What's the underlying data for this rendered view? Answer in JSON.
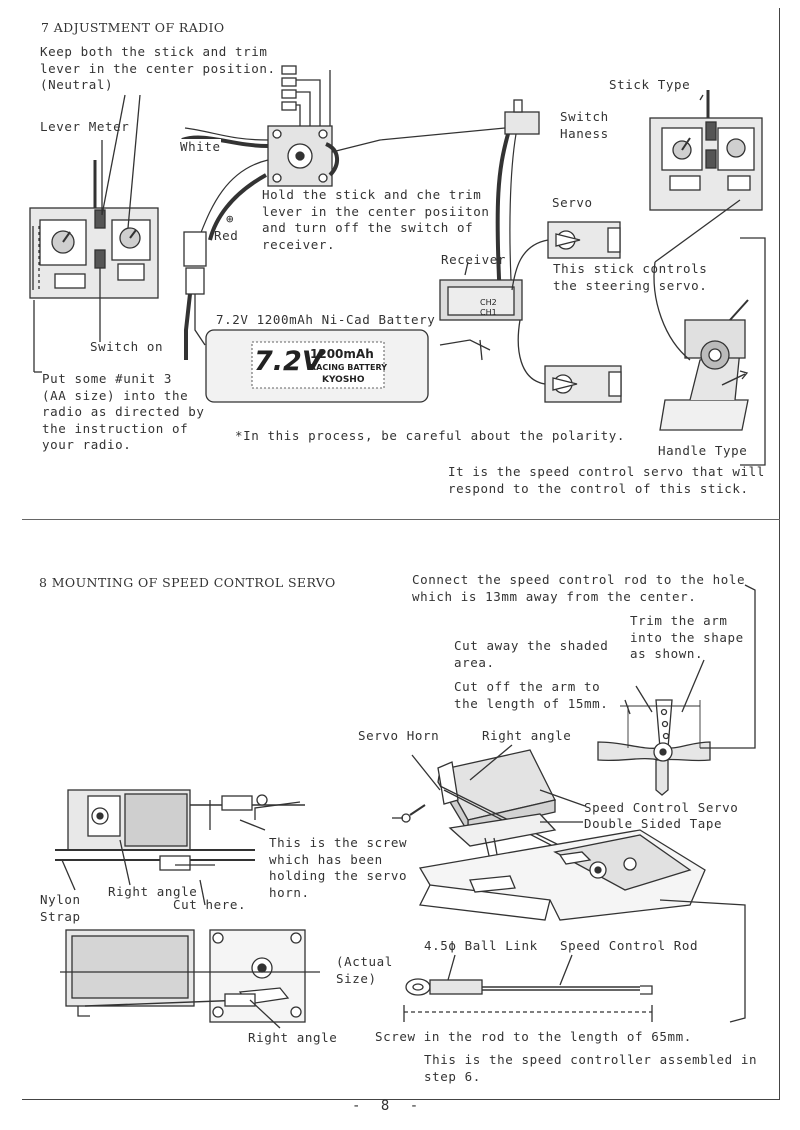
{
  "section7": {
    "title": "7 ADJUSTMENT OF RADIO",
    "keep_neutral": "Keep both the stick and trim\nlever in the center position.\n(Neutral)",
    "lever_meter": "Lever Meter",
    "switch_on": "Switch on",
    "put_batteries": "Put some #unit 3\n(AA size) into the\nradio as directed by\nthe instruction of\nyour radio.",
    "white": "White",
    "plus_sign": "⊕",
    "red": "Red",
    "hold_stick": "Hold the stick and che trim\nlever in the center posiiton\nand turn off the switch of\nreceiver.",
    "switch_harness": "Switch\nHaness",
    "servo": "Servo",
    "receiver": "Receiver",
    "ch2": "CH2",
    "ch1": "CH1",
    "battery_label": "7.2V 1200mAh Ni-Cad Battery",
    "battery_brand_big": "7.2V",
    "battery_brand_cap": "1200mAh",
    "battery_brand_line": "RACING BATTERY",
    "battery_brand_maker": "KYOSHO",
    "stick_type": "Stick Type",
    "stick_controls": "This stick controls\nthe steering servo.",
    "handle_type": "Handle Type",
    "polarity_note": "*In this process, be careful about the polarity.",
    "speed_servo_note": "It is the speed control servo that will\nrespond to the control of this stick."
  },
  "section8": {
    "title": "8 MOUNTING OF SPEED CONTROL SERVO",
    "connect_rod": "Connect the speed control rod to the hole\nwhich is 13mm away from the center.",
    "trim_arm": "Trim the arm\ninto the shape\nas shown.",
    "cut_shaded": "Cut away the shaded\narea.",
    "cut_arm": "Cut off the arm to\nthe length of 15mm.",
    "servo_horn": "Servo Horn",
    "right_angle_top": "Right angle",
    "speed_control_servo": "Speed Control Servo",
    "double_sided_tape": "Double Sided Tape",
    "screw_note": "This is the screw\nwhich has been\nholding the servo\nhorn.",
    "nylon_strap": "Nylon\nStrap",
    "right_angle_left": "Right angle",
    "cut_here": "Cut here.",
    "right_angle_bottom": "Right angle",
    "actual_size": "(Actual\nSize)",
    "ball_link": "4.5ϕ Ball Link",
    "speed_control_rod": "Speed Control Rod",
    "screw_in_rod": "Screw in the rod to the length of 65mm.",
    "assembled_note": "This is the speed controller assembled in\nstep 6."
  },
  "page_number": "- 8 -"
}
